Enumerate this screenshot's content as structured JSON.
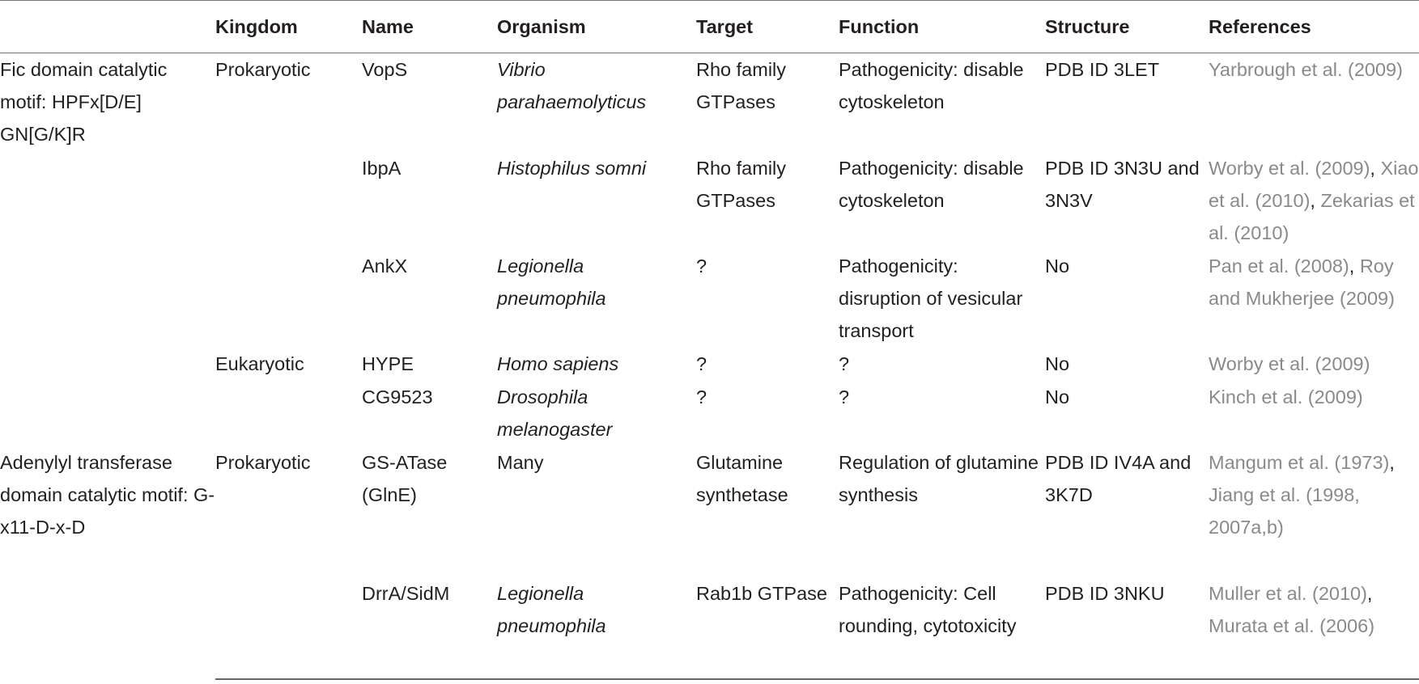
{
  "table": {
    "headers": {
      "group": "",
      "kingdom": "Kingdom",
      "name": "Name",
      "organism": "Organism",
      "target": "Target",
      "function": "Function",
      "structure": "Structure",
      "references": "References"
    },
    "groups": {
      "fic": "Fic domain catalytic motif: HPFx[D/E] GN[G/K]R",
      "adenylyl": "Adenylyl transferase domain catalytic motif: G-x11-D-x-D"
    },
    "rows": [
      {
        "kingdom": "Prokaryotic",
        "name": "VopS",
        "organism": "Vibrio parahaemolyticus",
        "target": "Rho family GTPases",
        "function": "Pathogenicity: disable cytoskeleton",
        "structure": "PDB ID 3LET",
        "ref1": "Yarbrough et al. (2009)"
      },
      {
        "kingdom": "",
        "name": "IbpA",
        "organism": "Histophilus somni",
        "target": "Rho family GTPases",
        "function": "Pathogenicity: disable cytoskeleton",
        "structure": "PDB ID 3N3U and 3N3V",
        "ref1": "Worby et al. (2009)",
        "ref2": "Xiao et al. (2010)",
        "ref3": "Zekarias et al. (2010)"
      },
      {
        "kingdom": "",
        "name": "AnkX",
        "organism": "Legionella pneumophila",
        "target": "?",
        "function": "Pathogenicity: disruption of vesicular transport",
        "structure": "No",
        "ref1": "Pan et al. (2008)",
        "ref2": "Roy and Mukherjee (2009)"
      },
      {
        "kingdom": "Eukaryotic",
        "name": "HYPE",
        "organism": "Homo sapiens",
        "target": "?",
        "function": "?",
        "structure": "No",
        "ref1": "Worby et al. (2009)"
      },
      {
        "kingdom": "",
        "name": "CG9523",
        "organism": "Drosophila melanogaster",
        "target": "?",
        "function": "?",
        "structure": "No",
        "ref1": "Kinch et al. (2009)"
      },
      {
        "kingdom": "Prokaryotic",
        "name": "GS-ATase (GlnE)",
        "organism": "Many",
        "target": "Glutamine synthetase",
        "function": "Regulation of glutamine synthesis",
        "structure": "PDB ID IV4A and 3K7D",
        "ref1": "Mangum et al. (1973)",
        "ref2": "Jiang et al. (1998, 2007a,b)"
      },
      {
        "kingdom": "",
        "name": "DrrA/SidM",
        "organism": "Legionella pneumophila",
        "target": "Rab1b GTPase",
        "function": "Pathogenicity: Cell rounding, cytotoxicity",
        "structure": "PDB ID 3NKU",
        "ref1": "Muller et al. (2010)",
        "ref2": "Murata et al. (2006)"
      }
    ],
    "separators": {
      "comma": ","
    }
  }
}
